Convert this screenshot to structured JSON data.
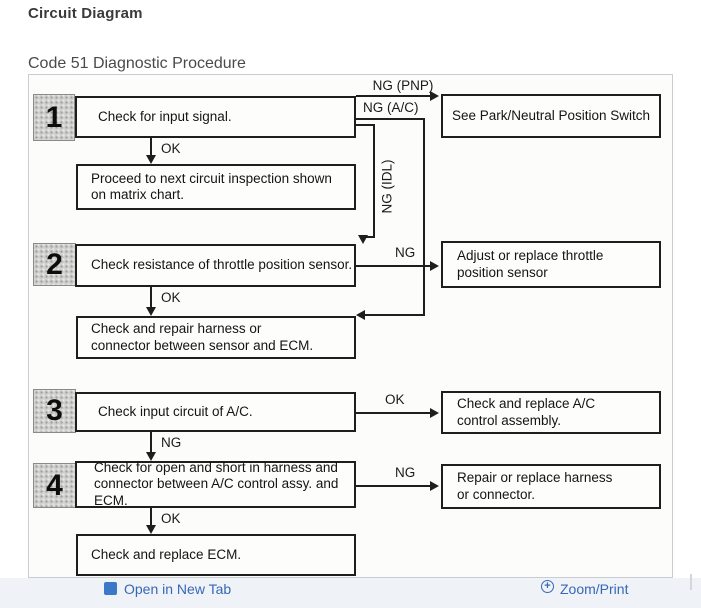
{
  "header": {
    "title": "Circuit Diagram",
    "subtitle": "Code 51 Diagnostic Procedure"
  },
  "flowchart": {
    "step1": {
      "num": "1",
      "text": "Check for input signal."
    },
    "step2": {
      "num": "2",
      "text": "Check resistance of throttle position sensor."
    },
    "step3": {
      "num": "3",
      "text": "Check input circuit of A/C."
    },
    "step4": {
      "num": "4",
      "text": "Check for open and short in harness and connector between A/C control assy. and ECM."
    },
    "proceed": "Proceed to next circuit inspection shown on matrix chart.",
    "harness": "Check and repair harness or connector between sensor and ECM.",
    "ecm": "Check and replace ECM.",
    "park": "See Park/Neutral Position Switch",
    "adjust": "Adjust or replace throttle position sensor",
    "ac_assembly": "Check and replace A/C control assembly.",
    "repair": "Repair or replace harness or connector.",
    "labels": {
      "ok": "OK",
      "ng": "NG",
      "ng_pnp": "NG (PNP)",
      "ng_ac": "NG (A/C)",
      "ng_idl": "NG (IDL)"
    }
  },
  "footer": {
    "open_new_tab": "Open in New Tab",
    "zoom_print": "Zoom/Print"
  }
}
